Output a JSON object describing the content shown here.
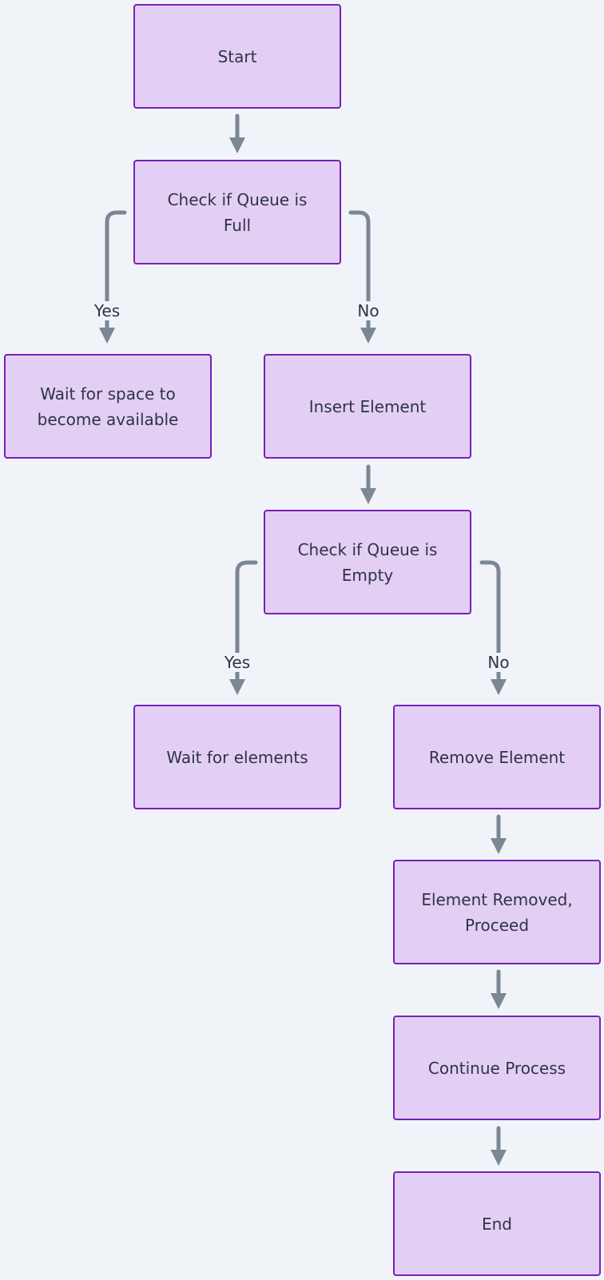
{
  "nodes": {
    "start": "Start",
    "check_full": "Check if Queue is Full",
    "wait_space": "Wait for space to become available",
    "insert": "Insert Element",
    "check_empty": "Check if Queue is Empty",
    "wait_elements": "Wait for elements",
    "remove": "Remove Element",
    "removed": "Element Removed, Proceed",
    "continue": "Continue Process",
    "end": "End"
  },
  "edge_labels": {
    "full_yes": "Yes",
    "full_no": "No",
    "empty_yes": "Yes",
    "empty_no": "No"
  },
  "colors": {
    "node_fill": "#e3cff4",
    "node_border": "#7a1fb8",
    "edge": "#7b8795",
    "background": "#f0f3f8",
    "text": "#2f3347"
  }
}
